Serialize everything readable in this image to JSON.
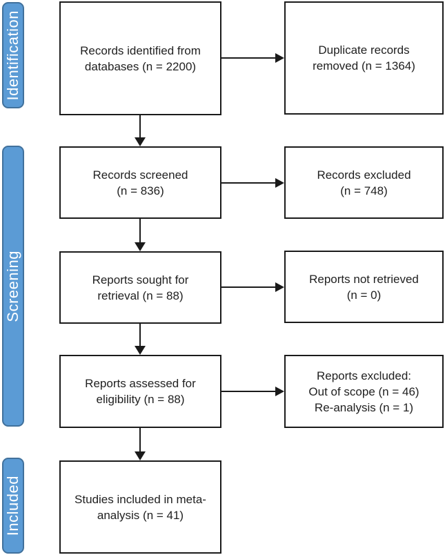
{
  "stages": [
    {
      "label": "Identification"
    },
    {
      "label": "Screening"
    },
    {
      "label": "Included"
    }
  ],
  "flow": {
    "left": [
      {
        "lines": [
          "Records identified from",
          "databases (n = 2200)"
        ]
      },
      {
        "lines": [
          "Records screened",
          "(n = 836)"
        ]
      },
      {
        "lines": [
          "Reports sought for",
          "retrieval (n = 88)"
        ]
      },
      {
        "lines": [
          "Reports assessed for",
          "eligibility (n = 88)"
        ]
      },
      {
        "lines": [
          "Studies included in meta-",
          "analysis (n = 41)"
        ]
      }
    ],
    "right": [
      {
        "lines": [
          "Duplicate records",
          "removed (n = 1364)"
        ]
      },
      {
        "lines": [
          "Records excluded",
          "(n = 748)"
        ]
      },
      {
        "lines": [
          "Reports not retrieved",
          "(n = 0)"
        ]
      },
      {
        "lines": [
          "Reports excluded:",
          "Out of scope (n = 46)",
          "Re-analysis (n = 1)"
        ]
      }
    ]
  },
  "colors": {
    "stage_fill": "#5b9bd5",
    "stage_border": "#41719c",
    "stage_text": "#ffffff",
    "box_border": "#1a1a1a",
    "box_text": "#212121",
    "arrow": "#1a1a1a",
    "background": "#ffffff"
  }
}
